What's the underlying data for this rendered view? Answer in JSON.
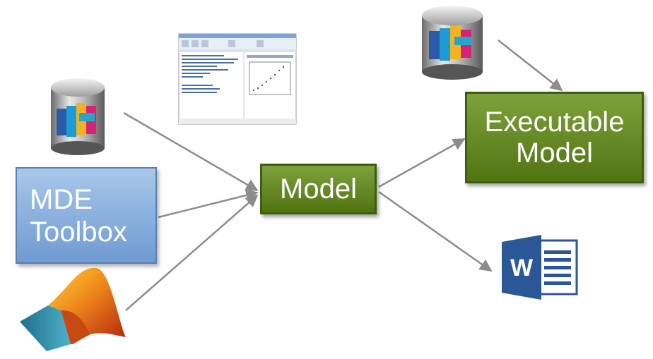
{
  "boxes": {
    "model": "Model",
    "executable_line1": "Executable",
    "executable_line2": "Model",
    "mde_line1": "MDE",
    "mde_line2": "Toolbox"
  },
  "icons": {
    "database_icon_top": "database-icon",
    "database_icon_left": "database-icon",
    "matlab_screenshot": "matlab-screenshot-icon",
    "matlab_logo": "matlab-logo-icon",
    "word_icon": "word-document-icon"
  },
  "word_icon_letter": "W",
  "colors": {
    "arrow": "#8c8c8c",
    "model_green": "#5e8419",
    "mde_blue": "#7ea6d8",
    "word_blue": "#2b5797"
  }
}
